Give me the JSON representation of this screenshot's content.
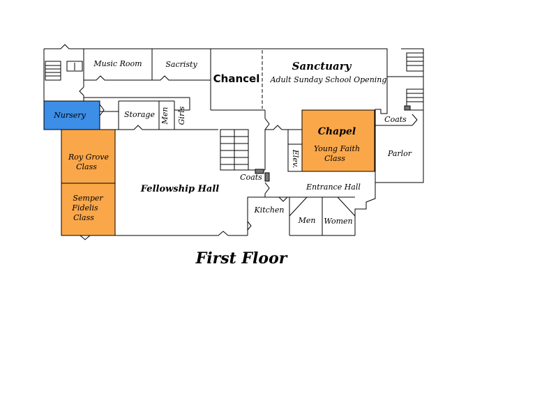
{
  "title": "First Floor",
  "colors": {
    "highlight_orange": "#FAA74A",
    "highlight_blue": "#3C8EE6",
    "wall": "#000000",
    "background": "#FFFFFF",
    "fixture_gray": "#777777"
  },
  "rooms": {
    "music_room": "Music Room",
    "sacristy": "Sacristy",
    "chancel": "Chancel",
    "sanctuary": "Sanctuary",
    "sanctuary_sub": "Adult Sunday School Opening",
    "nursery": "Nursery",
    "storage": "Storage",
    "men_small": "Men",
    "girls": "Girls",
    "chapel": "Chapel",
    "young_faith_1": "Young Faith",
    "young_faith_2": "Class",
    "coats_east": "Coats",
    "parlor": "Parlor",
    "elev": "Elev.",
    "roy_grove_1": "Roy Grove",
    "roy_grove_2": "Class",
    "fellowship_hall": "Fellowship Hall",
    "coats_central": "Coats",
    "entrance_hall": "Entrance Hall",
    "semper_1": "Semper",
    "semper_2": "Fidelis",
    "semper_3": "Class",
    "kitchen": "Kitchen",
    "men": "Men",
    "women": "Women"
  }
}
